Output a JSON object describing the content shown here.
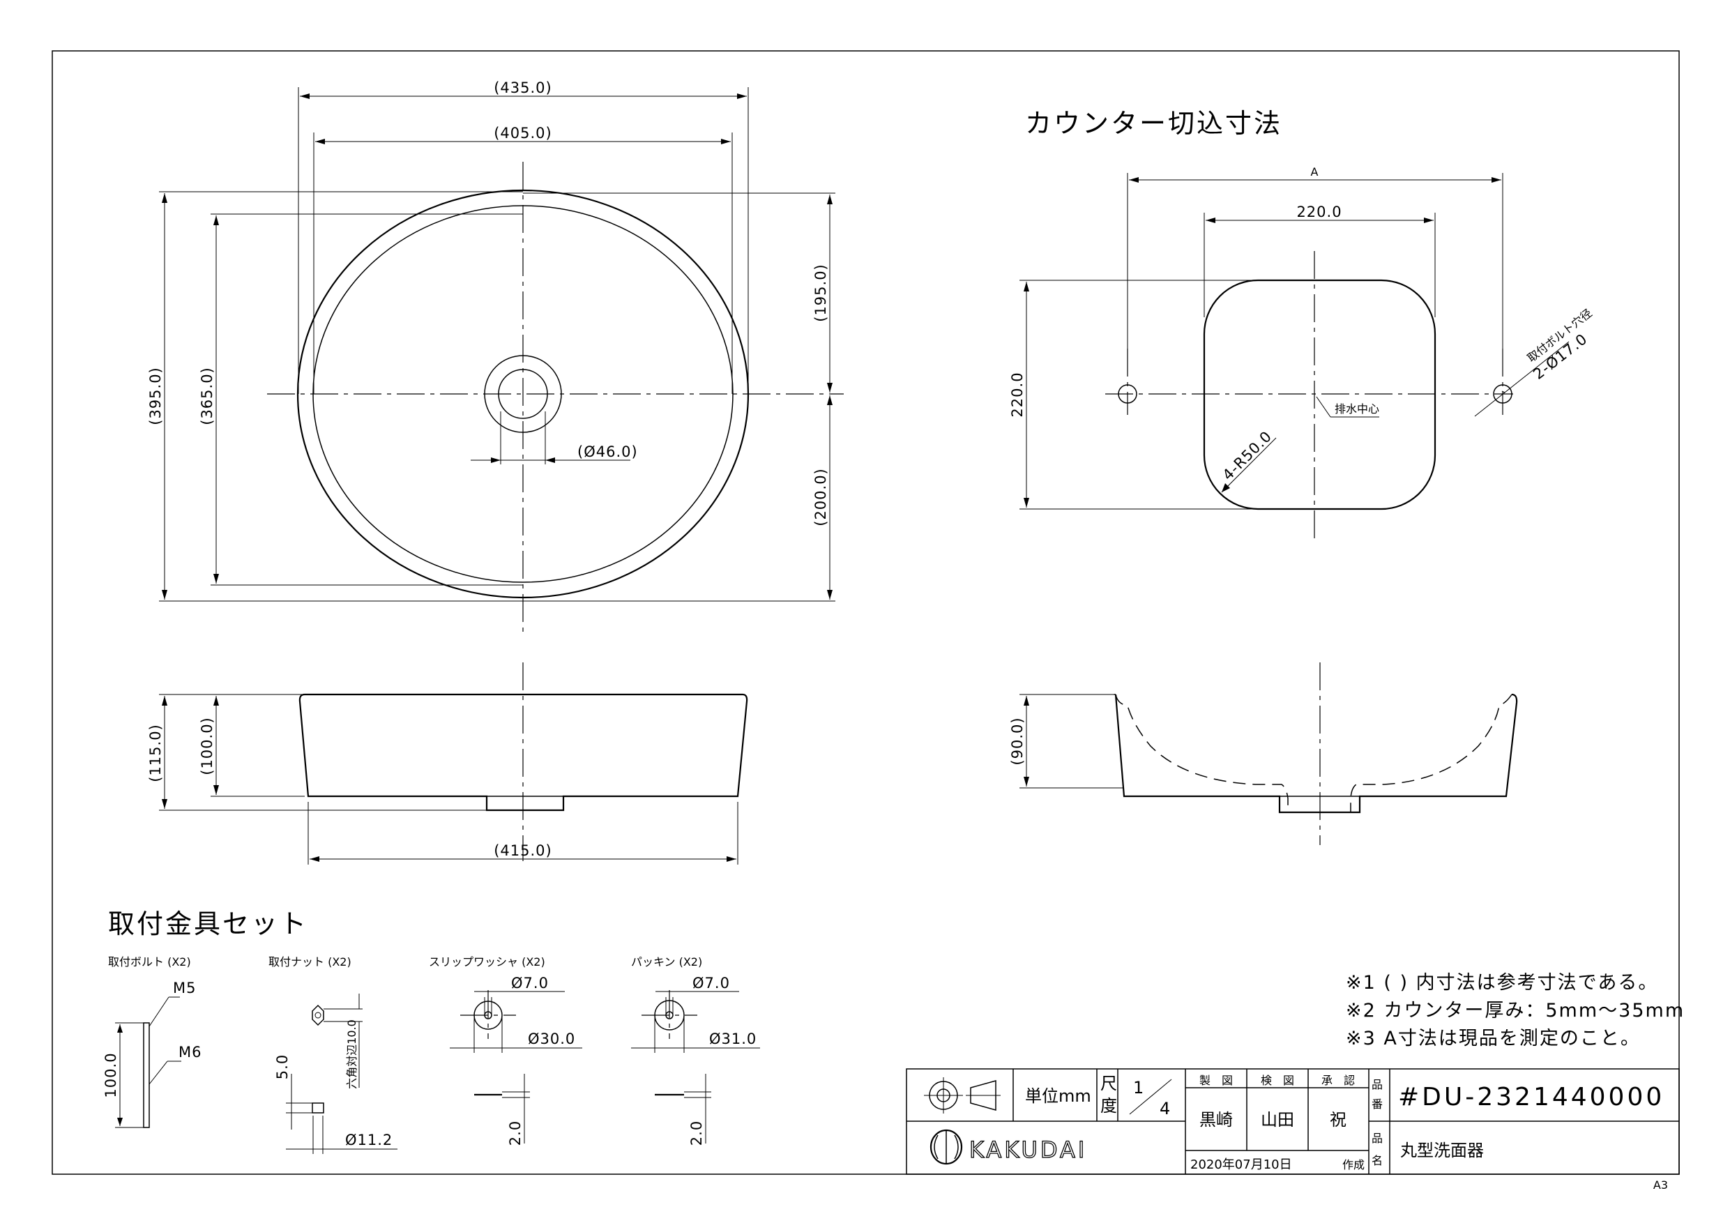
{
  "top_view": {
    "dims": {
      "outer_width": "(435.0)",
      "inner_width": "(405.0)",
      "outer_depth": "(395.0)",
      "inner_depth": "(365.0)",
      "rear_to_center": "(195.0)",
      "front_to_center": "(200.0)",
      "drain_dia": "(Ø46.0)"
    }
  },
  "side_view": {
    "dims": {
      "total_height": "(115.0)",
      "body_height": "(100.0)",
      "base_width": "(415.0)"
    }
  },
  "cutout": {
    "title": "カウンター切込寸法",
    "dims": {
      "a": "A",
      "width": "220.0",
      "height": "220.0",
      "radius": "4-R50.0",
      "bolt_hole_label": "取付ボルト穴径",
      "bolt_hole": "2-Ø17.0",
      "drain_center": "排水中心"
    }
  },
  "section_view": {
    "dims": {
      "height": "(90.0)"
    }
  },
  "hardware": {
    "title": "取付金具セット",
    "bolt": {
      "label": "取付ボルト (X2)",
      "m5": "M5",
      "m6": "M6",
      "length": "100.0"
    },
    "nut": {
      "label": "取付ナット (X2)",
      "hex": "六角対辺10.0",
      "thick": "5.0",
      "dia": "Ø11.2"
    },
    "washer": {
      "label": "スリップワッシャ (X2)",
      "inner": "Ø7.0",
      "outer": "Ø30.0",
      "thick": "2.0"
    },
    "packing": {
      "label": "パッキン (X2)",
      "inner": "Ø7.0",
      "outer": "Ø31.0",
      "thick": "2.0"
    }
  },
  "notes": [
    "※1 ( ) 内寸法は参考寸法である。",
    "※2 カウンター厚み：5mm〜35mm",
    "※3 A寸法は現品を測定のこと。"
  ],
  "title_block": {
    "unit": "単位mm",
    "scale_label_1": "尺",
    "scale_label_2": "度",
    "scale_num": "1",
    "scale_den": "4",
    "drawn_label": "製　図",
    "checked_label": "検　図",
    "approved_label": "承　認",
    "drawn_by": "黒崎",
    "checked_by": "山田",
    "approved_by": "祝",
    "part_no_label_1": "品",
    "part_no_label_2": "番",
    "part_no": "#DU-2321440000",
    "name_label_1": "品",
    "name_label_2": "名",
    "part_name": "丸型洗面器",
    "company": "KAKUDAI",
    "date": "2020年07月10日",
    "created": "作成"
  },
  "sheet_size": "A3"
}
